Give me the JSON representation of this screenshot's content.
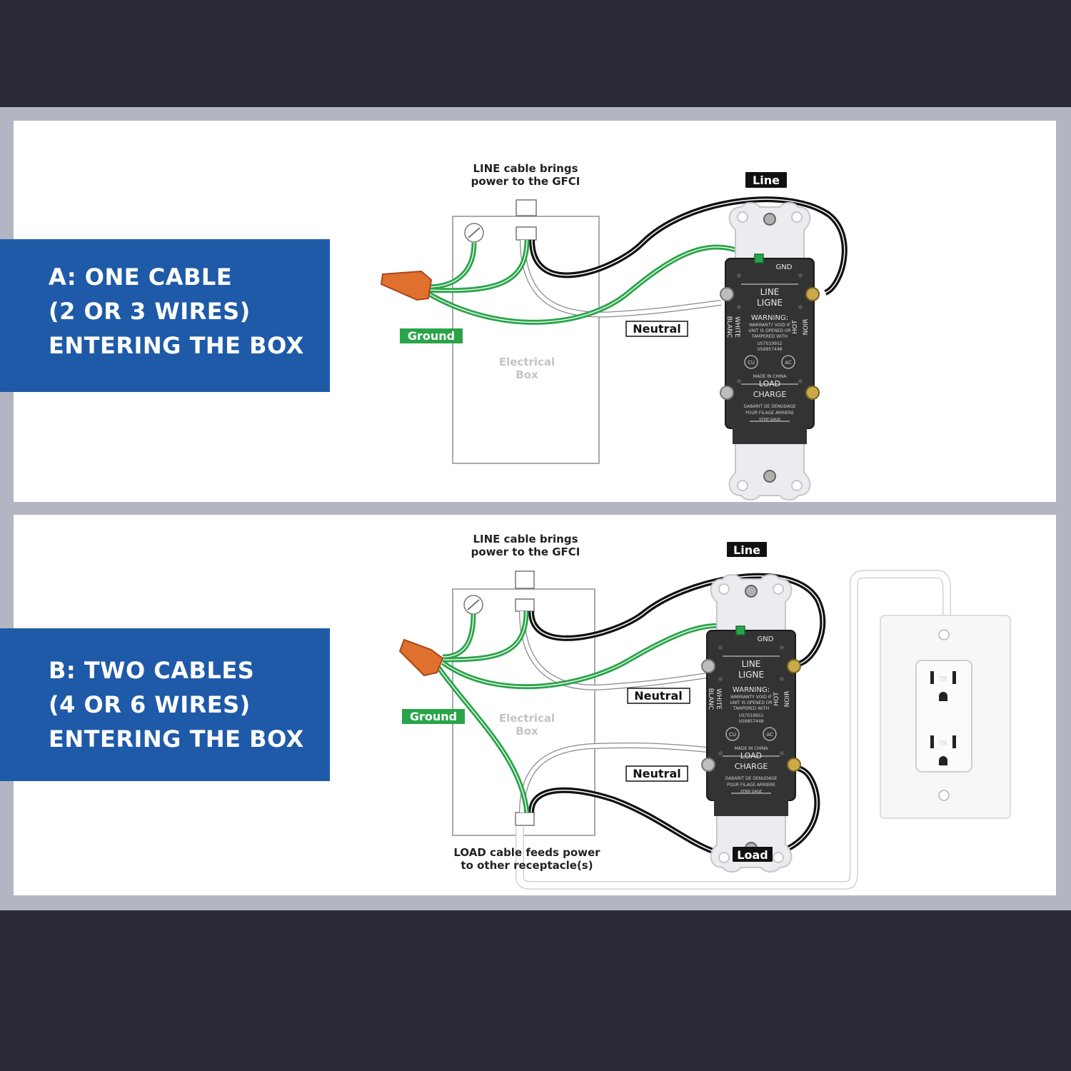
{
  "colors": {
    "background": "#2a2a36",
    "frame": "#b3b5c2",
    "panel": "#ffffff",
    "banner": "#1e5aa8",
    "ground_wire": "#2aa44a",
    "line_wire": "#111111",
    "neutral_wire": "#ffffff",
    "wire_nut": "#e0702e",
    "gfci_body": "#333333"
  },
  "panel_a": {
    "heading": [
      "A: ONE CABLE",
      "(2 OR 3 WIRES)",
      "ENTERING THE BOX"
    ],
    "line_cable_note": [
      "LINE cable brings",
      "power to the GFCI"
    ],
    "tag_line": "Line",
    "tag_neutral": "Neutral",
    "tag_ground": "Ground",
    "box_label": [
      "Electrical",
      "Box"
    ]
  },
  "panel_b": {
    "heading": [
      "B: TWO CABLES",
      "(4 OR 6 WIRES)",
      "ENTERING THE BOX"
    ],
    "line_cable_note": [
      "LINE cable brings",
      "power to the GFCI"
    ],
    "load_cable_note": [
      "LOAD cable feeds power",
      "to other receptacle(s)"
    ],
    "tag_line": "Line",
    "tag_neutral_line": "Neutral",
    "tag_neutral_load": "Neutral",
    "tag_ground": "Ground",
    "tag_load": "Load",
    "box_label": [
      "Electrical",
      "Box"
    ]
  },
  "gfci": {
    "gnd": "GND",
    "line": "LINE",
    "ligne": "LIGNE",
    "warning": "WARNING:",
    "warranty": [
      "WARRANTY VOID IF",
      "UNIT IS OPENED OR",
      "TAMPERED WITH"
    ],
    "patents": [
      "US7019952",
      "US9857448"
    ],
    "white": "WHITE",
    "blanc": "BLANC",
    "hot": "HOT",
    "noir": "NOIR",
    "cert_left": "CU",
    "cert_right": "AC",
    "made_in": "MADE IN CHINA",
    "load": "LOAD",
    "charge": "CHARGE",
    "gabarit": [
      "GABARIT DE DENUDAGE",
      "POUR FILAGE ARRIERE"
    ],
    "strip_gage": "STRIP GAGE"
  },
  "receptacle": {
    "upper_slot_mark": "TR",
    "lower_slot_mark": "TR"
  }
}
